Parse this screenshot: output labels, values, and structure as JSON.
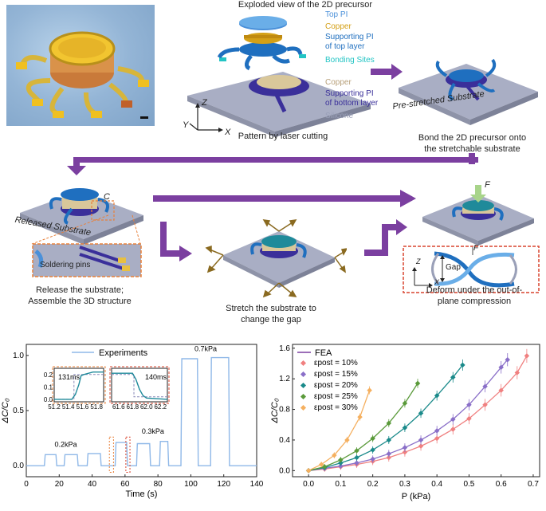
{
  "top": {
    "exploded_title": "Exploded view of the 2D precursor",
    "layers": [
      {
        "label": "Top PI",
        "color": "#4a90d9"
      },
      {
        "label": "Copper",
        "color": "#d4a017"
      },
      {
        "label": "Supporting PI\nof top layer",
        "color": "#1f6fbf"
      },
      {
        "label": "Bonding Sites",
        "color": "#22c4c4"
      },
      {
        "label": "Copper",
        "color": "#b8a07a"
      },
      {
        "label": "Supporting PI\nof bottom layer",
        "color": "#3a2f9a"
      },
      {
        "label": "Silicone",
        "color": "#9aa0b8"
      }
    ],
    "axis_z": "Z",
    "axis_y": "Y",
    "axis_x": "X",
    "pattern_caption": "Pattern by laser cutting",
    "prestretched_label": "Pre-stretched Substrate",
    "bond_caption": "Bond the 2D precursor onto\nthe stretchable substrate"
  },
  "middle": {
    "released_label": "Released Substrate",
    "c_label": "C",
    "soldering_label": "Soldering pins",
    "f_label": "F",
    "gap_label": "Gap",
    "axis_z": "Z",
    "axis_x": "X",
    "caption_left": "Release the substrate;\nAssemble the 3D structure",
    "caption_mid": "Stretch the substrate to\nchange the gap",
    "caption_right": "Deform under the out-of-\nplane compression"
  },
  "colors": {
    "arrow_purple": "#7b3fa0",
    "inset_orange": "#e8803a",
    "substrate": "#a9aec4",
    "red_inset": "#d9442e"
  },
  "chart_left": {
    "type": "line",
    "legend": "Experiments",
    "xlabel": "Time (s)",
    "ylabel": "ΔC/C₀",
    "xlim": [
      0,
      140
    ],
    "ylim": [
      -0.1,
      1.1
    ],
    "xticks": [
      "0",
      "20",
      "40",
      "60",
      "80",
      "100",
      "120",
      "140"
    ],
    "yticks": [
      "0.0",
      "0.5",
      "1.0"
    ],
    "annotations": [
      "0.2kPa",
      "0.3kPa",
      "0.7kPa"
    ],
    "series_color": "#8fb8e8",
    "data": [
      [
        0,
        0.0
      ],
      [
        11,
        0.0
      ],
      [
        11.5,
        0.1
      ],
      [
        18,
        0.1
      ],
      [
        18.5,
        0.0
      ],
      [
        23,
        0.0
      ],
      [
        23.5,
        0.1
      ],
      [
        31,
        0.1
      ],
      [
        31.5,
        0.0
      ],
      [
        37,
        0.0
      ],
      [
        37.5,
        0.11
      ],
      [
        45,
        0.11
      ],
      [
        45.5,
        0.0
      ],
      [
        54,
        0.0
      ],
      [
        54.5,
        0.21
      ],
      [
        61,
        0.21
      ],
      [
        61.5,
        0.0
      ],
      [
        67,
        0.0
      ],
      [
        67.5,
        0.2
      ],
      [
        75,
        0.2
      ],
      [
        75.5,
        0.0
      ],
      [
        81,
        0.0
      ],
      [
        81.5,
        0.22
      ],
      [
        86,
        0.22
      ],
      [
        86.5,
        0.0
      ],
      [
        94,
        0.0
      ],
      [
        94.5,
        0.97
      ],
      [
        104,
        0.97
      ],
      [
        104.5,
        0.0
      ],
      [
        112,
        0.0
      ],
      [
        112.5,
        0.98
      ],
      [
        123,
        0.98
      ],
      [
        123.5,
        0.0
      ],
      [
        140,
        0.0
      ]
    ],
    "inset1": {
      "label": "131ms",
      "xticks": [
        "51.2",
        "51.4",
        "51.6",
        "51.8"
      ],
      "yticks": [
        "0.0",
        "0.1",
        "0.2"
      ],
      "xlim": [
        51.2,
        51.9
      ],
      "ylim": [
        -0.02,
        0.25
      ]
    },
    "inset2": {
      "label": "140ms",
      "xticks": [
        "61.6",
        "61.8",
        "62.0",
        "62.2"
      ],
      "xlim": [
        61.5,
        62.3
      ],
      "ylim": [
        -0.02,
        0.25
      ]
    }
  },
  "chart_right": {
    "type": "scatter",
    "xlabel": "P (kPa)",
    "ylabel": "ΔC/C₀",
    "xlim": [
      -0.05,
      0.72
    ],
    "ylim": [
      -0.08,
      1.65
    ],
    "xticks": [
      "0.0",
      "0.1",
      "0.2",
      "0.3",
      "0.4",
      "0.5",
      "0.6",
      "0.7"
    ],
    "yticks": [
      "0.0",
      "0.4",
      "0.8",
      "1.2",
      "1.6"
    ],
    "fea_label": "FEA",
    "series": [
      {
        "name": "εpost = 10%",
        "color": "#f08080",
        "x": [
          0.0,
          0.05,
          0.1,
          0.15,
          0.2,
          0.25,
          0.3,
          0.35,
          0.4,
          0.45,
          0.5,
          0.55,
          0.6,
          0.65,
          0.68
        ],
        "y": [
          0.0,
          0.02,
          0.05,
          0.08,
          0.12,
          0.17,
          0.24,
          0.32,
          0.42,
          0.54,
          0.68,
          0.86,
          1.05,
          1.28,
          1.5
        ]
      },
      {
        "name": "εpost = 15%",
        "color": "#8a6fc8",
        "x": [
          0.0,
          0.05,
          0.1,
          0.15,
          0.2,
          0.25,
          0.3,
          0.35,
          0.4,
          0.45,
          0.5,
          0.55,
          0.6,
          0.62
        ],
        "y": [
          0.0,
          0.03,
          0.06,
          0.1,
          0.15,
          0.22,
          0.3,
          0.4,
          0.52,
          0.67,
          0.86,
          1.1,
          1.35,
          1.45
        ]
      },
      {
        "name": "εpost = 20%",
        "color": "#1a8a8a",
        "x": [
          0.0,
          0.05,
          0.1,
          0.15,
          0.2,
          0.25,
          0.3,
          0.35,
          0.4,
          0.45,
          0.48
        ],
        "y": [
          0.0,
          0.04,
          0.1,
          0.17,
          0.27,
          0.4,
          0.56,
          0.75,
          0.98,
          1.22,
          1.38
        ]
      },
      {
        "name": "εpost = 25%",
        "color": "#5a9a3a",
        "x": [
          0.0,
          0.05,
          0.1,
          0.15,
          0.2,
          0.25,
          0.3,
          0.34
        ],
        "y": [
          0.0,
          0.05,
          0.14,
          0.26,
          0.42,
          0.62,
          0.88,
          1.14
        ]
      },
      {
        "name": "εpost = 30%",
        "color": "#f5b060",
        "x": [
          0.0,
          0.04,
          0.08,
          0.12,
          0.16,
          0.19
        ],
        "y": [
          0.0,
          0.08,
          0.2,
          0.4,
          0.7,
          1.05
        ]
      }
    ]
  }
}
